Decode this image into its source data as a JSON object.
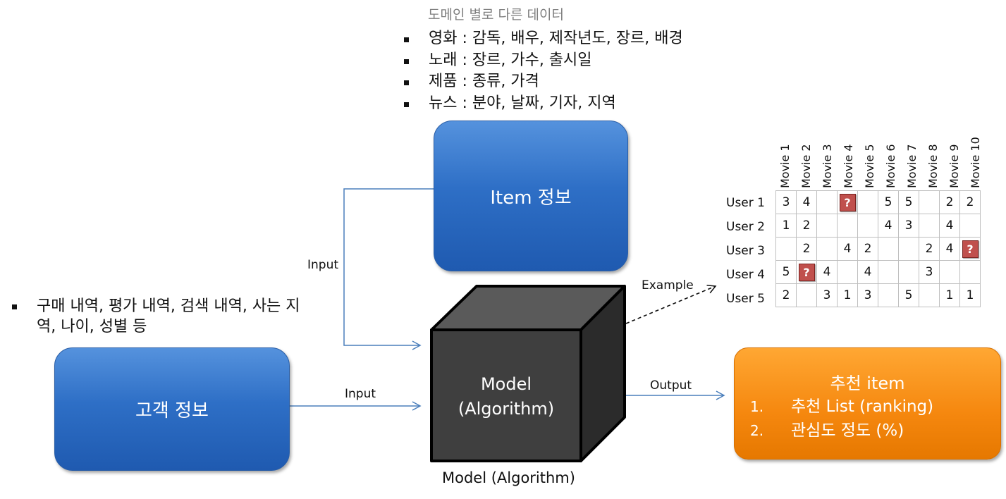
{
  "domain_data": {
    "title": "도메인 별로 다른 데이터",
    "items": [
      "영화 : 감독, 배우, 제작년도, 장르, 배경",
      "노래 : 장르, 가수, 출시일",
      "제품 : 종류, 가격",
      "뉴스 : 분야, 날짜, 기자, 지역"
    ]
  },
  "customer_data": {
    "items": [
      "구매 내역, 평가 내역, 검색 내역, 사는 지역, 나이, 성별 등"
    ]
  },
  "boxes": {
    "item_info": "Item 정보",
    "customer_info": "고객 정보",
    "model_line1": "Model",
    "model_line2": "(Algorithm)",
    "model_caption": "Model (Algorithm)"
  },
  "arrows": {
    "input_top": "Input",
    "input_bottom": "Input",
    "output": "Output",
    "example": "Example"
  },
  "recommendation": {
    "title": "추천 item",
    "items": [
      {
        "num": "1.",
        "text": "추천 List (ranking)"
      },
      {
        "num": "2.",
        "text": "관심도 정도 (%)"
      }
    ]
  },
  "matrix": {
    "movies": [
      "Movie 1",
      "Movie 2",
      "Movie 3",
      "Movie 4",
      "Movie 5",
      "Movie 6",
      "Movie 7",
      "Movie 8",
      "Movie 9",
      "Movie 10"
    ],
    "users": [
      "User 1",
      "User 2",
      "User 3",
      "User 4",
      "User 5"
    ],
    "rows": [
      [
        "3",
        "4",
        "",
        "?",
        "",
        "5",
        "5",
        "",
        "2",
        "2"
      ],
      [
        "1",
        "2",
        "",
        "",
        "",
        "4",
        "3",
        "",
        "4",
        ""
      ],
      [
        "",
        "2",
        "",
        "4",
        "2",
        "",
        "",
        "2",
        "4",
        "?"
      ],
      [
        "5",
        "?",
        "4",
        "",
        "4",
        "",
        "",
        "3",
        "",
        ""
      ],
      [
        "2",
        "",
        "3",
        "1",
        "3",
        "",
        "5",
        "",
        "1",
        "1"
      ]
    ]
  },
  "colors": {
    "blue_box": "#2e6fc6",
    "orange_box": "#f5870e",
    "cube_front": "#3f3f3f",
    "arrow": "#4a7ebb",
    "question_mark": "#c0504d"
  }
}
